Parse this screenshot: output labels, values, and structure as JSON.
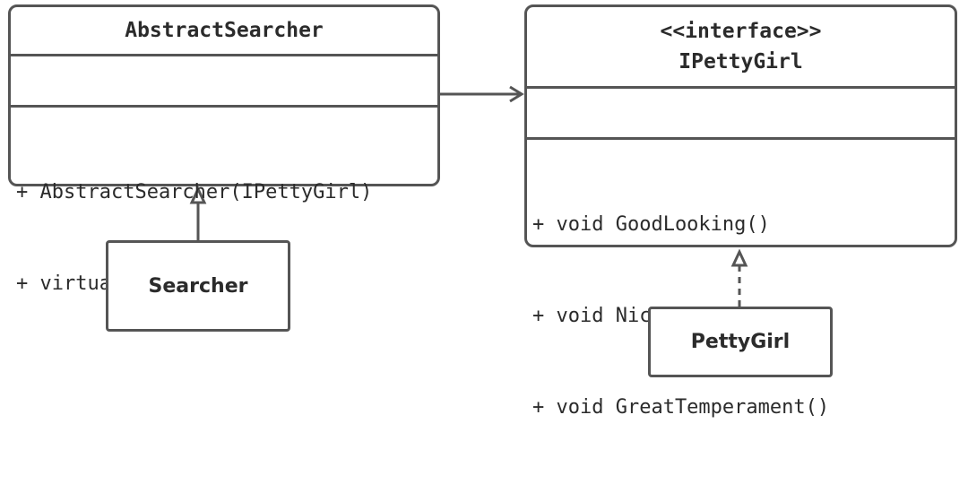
{
  "classes": {
    "abstract_searcher": {
      "name": "AbstractSearcher",
      "methods": [
        "+ AbstractSearcher(IPettyGirl)",
        "+ virtual void Show()"
      ]
    },
    "ipetty_girl": {
      "stereotype": "<<interface>>",
      "name": "IPettyGirl",
      "methods": [
        "+ void GoodLooking()",
        "+ void NiceFigrue()",
        "+ void GreatTemperament()"
      ]
    },
    "searcher": {
      "name": "Searcher"
    },
    "petty_girl": {
      "name": "PettyGirl"
    }
  },
  "colors": {
    "stroke": "#555555",
    "text": "#2b2b2b",
    "background": "#ffffff"
  }
}
